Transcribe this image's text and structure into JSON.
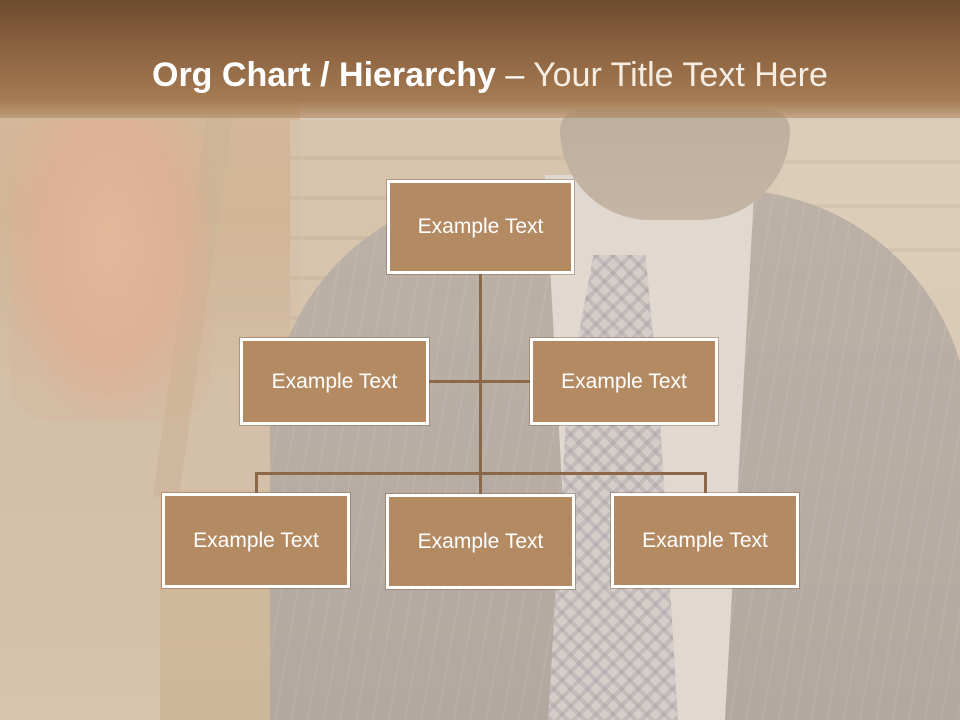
{
  "slide": {
    "title_part1": "Org Chart / Hierarchy",
    "title_dash": " – ",
    "title_part2": "Your Title Text Here"
  },
  "org_chart": {
    "top": {
      "label": "Example Text"
    },
    "assistants": [
      {
        "label": "Example Text"
      },
      {
        "label": "Example Text"
      }
    ],
    "subordinates": [
      {
        "label": "Example Text"
      },
      {
        "label": "Example Text"
      },
      {
        "label": "Example Text"
      }
    ]
  },
  "colors": {
    "header": "#8a623f",
    "box_fill": "#b48a62",
    "box_border": "#ffffff",
    "connector": "#8c6748",
    "title_text": "#ffffff"
  }
}
